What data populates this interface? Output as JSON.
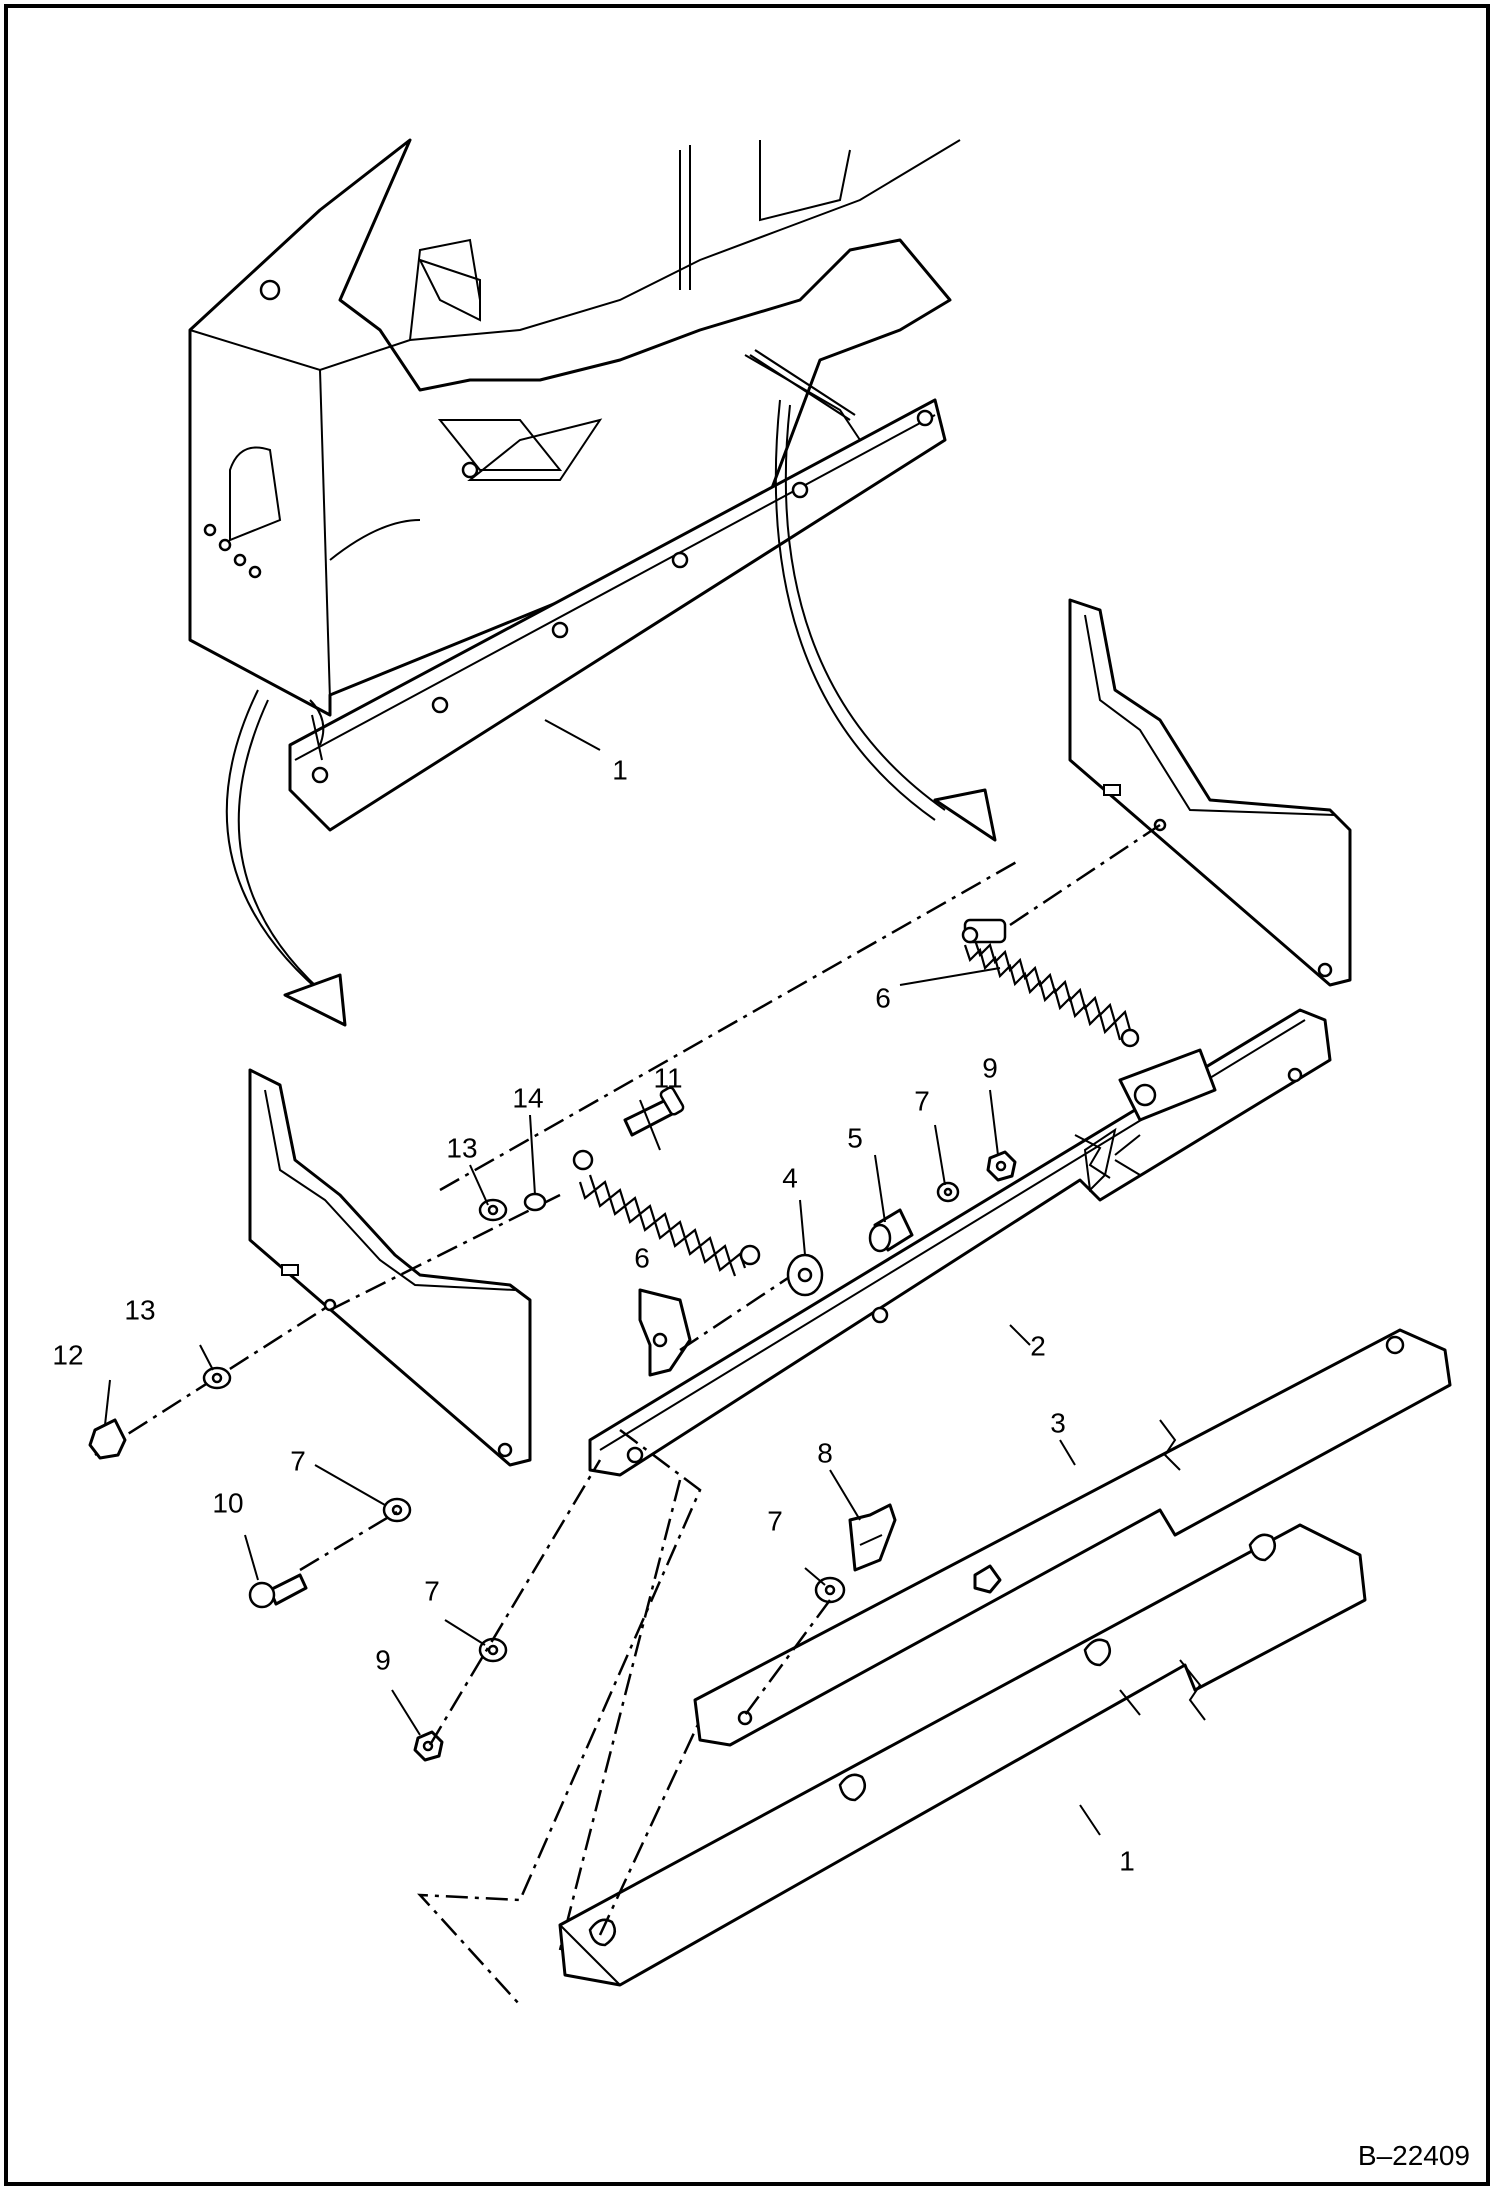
{
  "drawing_number": "B–22409",
  "callouts": {
    "c1_top": "1",
    "c1_bottom": "1",
    "c2": "2",
    "c3": "3",
    "c4": "4",
    "c5": "5",
    "c6_right": "6",
    "c6_left": "6",
    "c7_a": "7",
    "c7_b": "7",
    "c7_c": "7",
    "c7_d": "7",
    "c8": "8",
    "c9_a": "9",
    "c9_b": "9",
    "c10": "10",
    "c11": "11",
    "c12": "12",
    "c13_a": "13",
    "c13_b": "13",
    "c14": "14"
  }
}
